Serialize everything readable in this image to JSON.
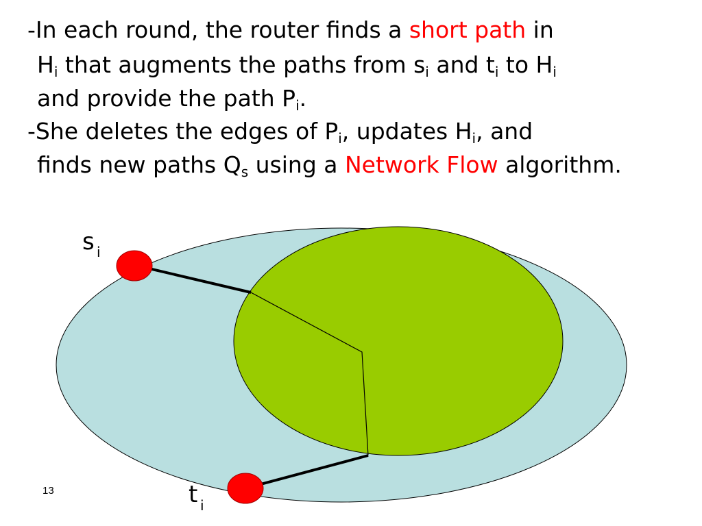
{
  "slide": {
    "lines": [
      {
        "prefix": "-In each round, the router finds a ",
        "highlight": "short path",
        "suffix": " in"
      },
      {
        "h": "H",
        "h_sub": "i",
        "text_a": " that augments the paths from s",
        "s_sub": "i",
        "text_b": " and t",
        "t_sub": "i",
        "text_c": " to H",
        "h2_sub": "i"
      },
      {
        "text": "and provide the path P",
        "p_sub": "i",
        "end": "."
      },
      {
        "text_a": "-She deletes the edges of P",
        "p_sub": "i",
        "text_b": ", updates H",
        "h_sub": "i",
        "text_c": ", and"
      },
      {
        "text_a": "finds new paths Q",
        "q_sub": "s",
        "text_b": " using a ",
        "highlight": "Network Flow",
        "text_c": " algorithm."
      }
    ],
    "highlight_color": "#ff0000"
  },
  "diagram": {
    "outer_region_color": "#b9dfe0",
    "inner_region_color": "#99cc00",
    "node_color": "#ff0000",
    "source": {
      "label": "s",
      "sub": "i"
    },
    "target": {
      "label": "t",
      "sub": "i"
    }
  },
  "page_number": "13"
}
